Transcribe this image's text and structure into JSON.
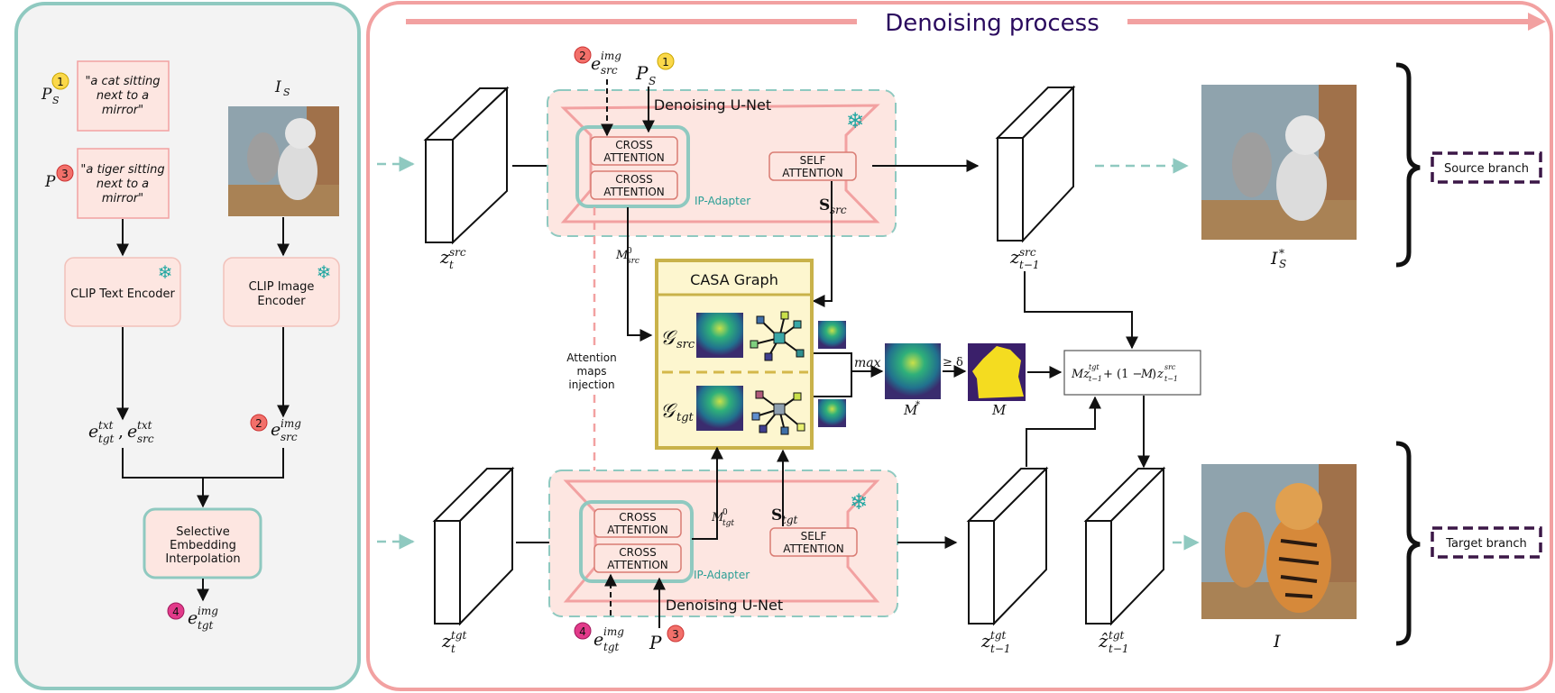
{
  "title": "Denoising process",
  "left_panel": {
    "prompt_src_text": [
      "\"a cat sitting",
      "next to a",
      "mirror\""
    ],
    "prompt_tgt_text": [
      "\"a tiger sitting",
      "next to a",
      "mirror\""
    ],
    "badge_1": "1",
    "badge_2": "2",
    "badge_3": "3",
    "badge_4": "4",
    "clip_text_encoder": "CLIP Text Encoder",
    "clip_image_encoder": [
      "CLIP Image",
      "Encoder"
    ],
    "selective_interp": [
      "Selective",
      "Embedding",
      "Interpolation"
    ]
  },
  "unet": {
    "title": "Denoising U-Net",
    "cross_attention": [
      "CROSS",
      "ATTENTION"
    ],
    "self_attention": [
      "SELF",
      "ATTENTION"
    ],
    "ip_adapter": "IP-Adapter"
  },
  "casa": {
    "title": "CASA Graph",
    "max_label": "max",
    "threshold_label": "≥ δ"
  },
  "attention_injection": [
    "Attention",
    "maps",
    "injection"
  ],
  "branches": {
    "source": "Source branch",
    "target": "Target branch"
  },
  "colors": {
    "teal": "#8fc9c0",
    "pink_border": "#f2a1a1",
    "pink_fill": "#fde6e1",
    "casa_border": "#c9b24a",
    "casa_fill": "#fdf6cf",
    "title_color": "#2a0a5e",
    "branch_border": "#3b1747",
    "badge_yellow": "#fbd84a",
    "badge_red": "#f2706a",
    "badge_magenta": "#e23a8a",
    "snowflake": "#22a7a2"
  }
}
